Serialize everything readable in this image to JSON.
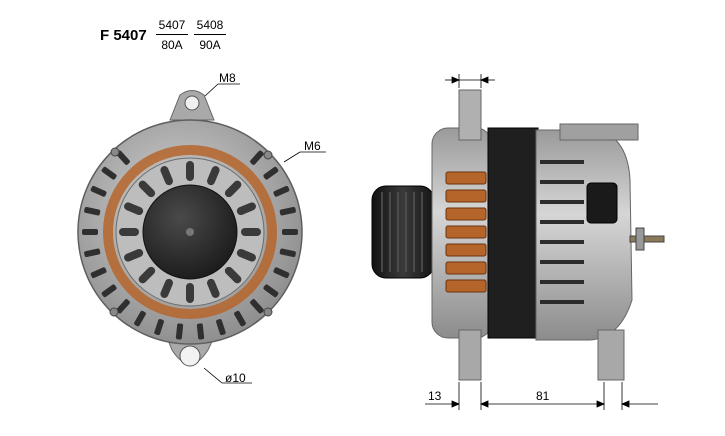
{
  "header": {
    "model": "F 5407",
    "variants": [
      {
        "code": "5407",
        "rating": "80A"
      },
      {
        "code": "5408",
        "rating": "90A"
      }
    ]
  },
  "callouts": {
    "m8": "M8",
    "m6": "M6",
    "mount_hole": "ø10"
  },
  "dimensions": {
    "flange": "13",
    "body_length": "81"
  },
  "colors": {
    "housing": "#b8b8b8",
    "housing_dark": "#7c7c7c",
    "copper": "#b5652a",
    "rotor_black": "#2a2a2a"
  }
}
